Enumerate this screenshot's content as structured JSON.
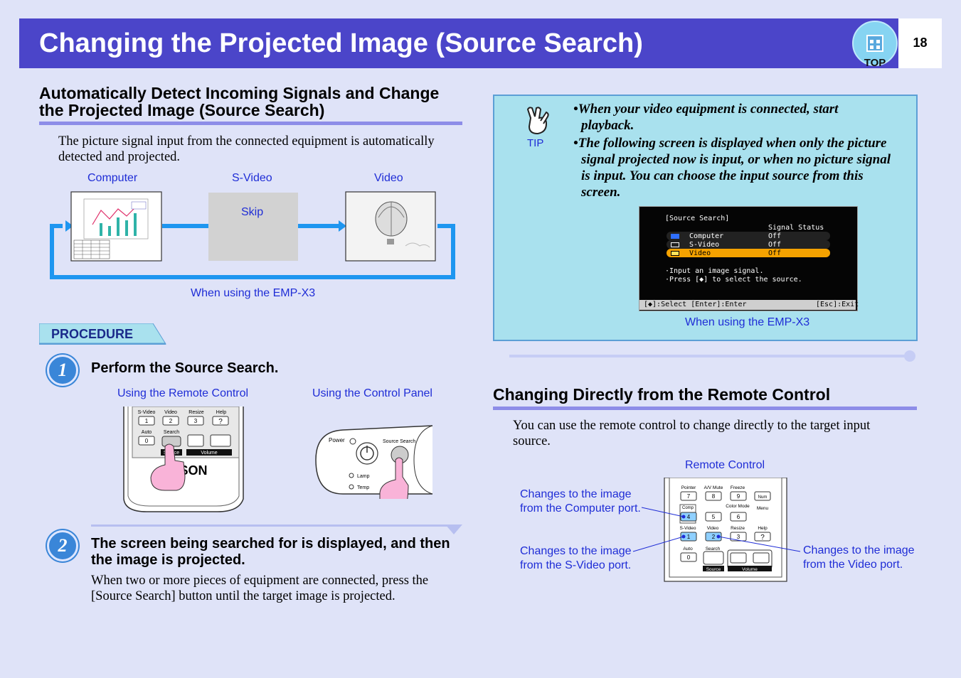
{
  "header": {
    "title": "Changing the Projected Image (Source Search)",
    "top_label": "TOP",
    "page_number": "18"
  },
  "left": {
    "section_title_line1": "Automatically Detect Incoming Signals and Change",
    "section_title_line2": "the Projected Image (Source Search)",
    "intro_line1": "The picture signal input from the connected equipment is automatically",
    "intro_line2": "detected and projected.",
    "diagram": {
      "label_computer": "Computer",
      "label_svideo": "S-Video",
      "label_video": "Video",
      "skip": "Skip",
      "caption": "When using the EMP-X3"
    },
    "procedure_label": "PROCEDURE",
    "step1": {
      "number": "1",
      "title": "Perform the Source Search.",
      "remote_label": "Using the Remote Control",
      "panel_label": "Using the Control Panel"
    },
    "remote": {
      "svideo": "S-Video",
      "video": "Video",
      "resize": "Resize",
      "help": "Help",
      "k1": "1",
      "k2": "2",
      "k3": "3",
      "q": "?",
      "auto": "Auto",
      "search": "Search",
      "k0": "0",
      "source": "Source",
      "volume": "Volume",
      "brand": "SON"
    },
    "cpanel": {
      "power": "Power",
      "source_search": "Source Search",
      "lamp": "Lamp",
      "temp": "Temp"
    },
    "step2": {
      "number": "2",
      "title_line1": "The screen being searched for is displayed, and then",
      "title_line2": "the image is projected.",
      "body_line1": "When two or more pieces of equipment are connected, press the",
      "body_line2": "[Source Search] button until the target image is projected."
    }
  },
  "tip": {
    "label": "TIP",
    "b1_line1": "•When your video equipment is connected, start",
    "b1_line2": "playback.",
    "b2_line1": "•The following screen is displayed when only the picture",
    "b2_line2": "signal projected now is input, or when no picture signal",
    "b2_line3": "is input. You can choose the input source from this",
    "b2_line4": "screen.",
    "osd": {
      "title": "[Source Search]",
      "status_header": "Signal Status",
      "r1": "Computer",
      "s1": "Off",
      "r2": "S-Video",
      "s2": "Off",
      "r3": "Video",
      "s3": "Off",
      "m1": "·Input an image signal.",
      "m2": "·Press [◆] to select the source.",
      "footer_left": "[◆]:Select [Enter]:Enter",
      "footer_right": "[Esc]:Exit"
    },
    "caption": "When using the EMP-X3"
  },
  "right": {
    "section_title": "Changing Directly from the Remote Control",
    "body_line1": "You can use the remote control to change directly to the target input",
    "body_line2": "source.",
    "remote_label": "Remote Control",
    "c1_line1": "Changes to the image",
    "c1_line2": "from the Computer port.",
    "c2_line1": "Changes to the image",
    "c2_line2": "from the S-Video port.",
    "c3_line1": "Changes to the image",
    "c3_line2": "from the Video port.",
    "remote": {
      "pointer": "Pointer",
      "avmute": "A/V Mute",
      "freeze": "Freeze",
      "k7": "7",
      "k8": "8",
      "k9": "9",
      "num": "Num",
      "comp": "Comp",
      "color_mode": "Color Mode",
      "menu": "Menu",
      "k4": "4",
      "k5": "5",
      "k6": "6",
      "svideo": "S-Video",
      "video": "Video",
      "resize": "Resize",
      "help": "Help",
      "k1": "1",
      "k2": "2",
      "k3": "3",
      "q": "?",
      "auto": "Auto",
      "search": "Search",
      "k0": "0",
      "source": "Source",
      "volume": "Volume"
    }
  }
}
